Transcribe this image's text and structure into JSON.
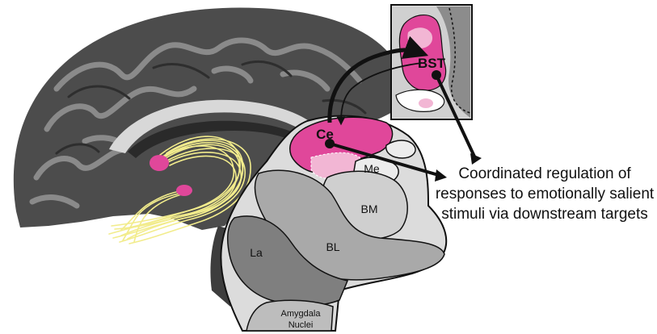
{
  "labels": {
    "ce": "Ce",
    "bst": "BST",
    "me": "Me",
    "bm": "BM",
    "bl": "BL",
    "la": "La",
    "amygdala_line1": "Amygdala",
    "amygdala_line2": "Nuclei"
  },
  "caption": {
    "line1": "Coordinated regulation of",
    "line2": "responses to emotionally salient",
    "line3": "stimuli via downstream targets"
  },
  "colors": {
    "accent_magenta": "#e0479a",
    "light_pink": "#f2b6d4",
    "fiber_yellow": "#f2ec8c",
    "brain_dark": "#4a4a4a",
    "nucleus_gray": "#a9a9a9",
    "outline": "#111111"
  }
}
